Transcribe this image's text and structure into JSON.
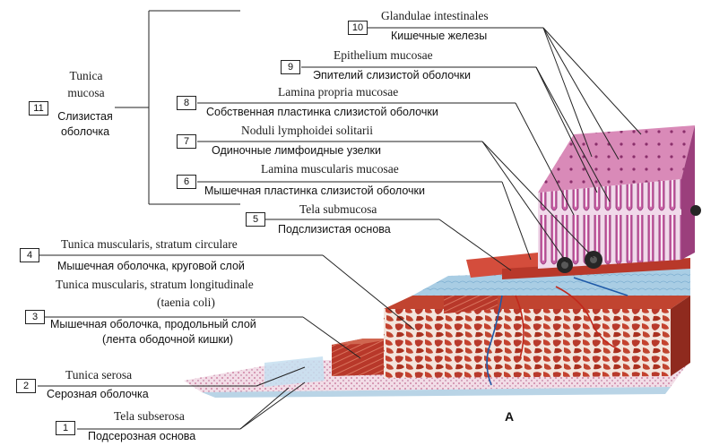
{
  "labels": [
    {
      "num": "10",
      "latin": "Glandulae intestinales",
      "russian": "Кишечные железы"
    },
    {
      "num": "9",
      "latin": "Epithelium mucosae",
      "russian": "Эпителий слизистой оболочки"
    },
    {
      "num": "8",
      "latin": "Lamina propria mucosae",
      "russian": "Собственная пластинка слизистой оболочки"
    },
    {
      "num": "7",
      "latin": "Noduli lymphoidei solitarii",
      "russian": "Одиночные лимфоидные узелки"
    },
    {
      "num": "6",
      "latin": "Lamina muscularis mucosae",
      "russian": "Мышечная пластинка слизистой оболочки"
    },
    {
      "num": "5",
      "latin": "Tela submucosa",
      "russian": "Подслизистая основа"
    },
    {
      "num": "4",
      "latin": "Tunica muscularis, stratum circulare",
      "russian": "Мышечная оболочка, круговой слой"
    },
    {
      "num": "3",
      "latin": "Tunica muscularis, stratum longitudinale",
      "latin2": "(taenia coli)",
      "russian": "Мышечная оболочка, продольный слой",
      "russian2": "(лента ободочной кишки)"
    },
    {
      "num": "2",
      "latin": "Tunica serosa",
      "russian": "Серозная оболочка"
    },
    {
      "num": "1",
      "latin": "Tela subserosa",
      "russian": "Подсерозная основа"
    }
  ],
  "group": {
    "num": "11",
    "latin1": "Tunica",
    "latin2": "mucosa",
    "russian1": "Слизистая",
    "russian2": "оболочка"
  },
  "figure_letter": "A"
}
